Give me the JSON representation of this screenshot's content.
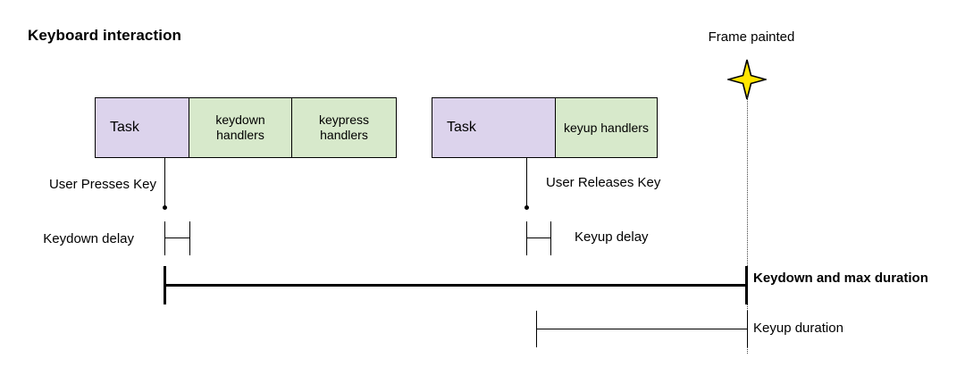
{
  "diagram": {
    "title": "Keyboard interaction",
    "colors": {
      "task_fill": "#dcd3ec",
      "handler_fill": "#d7e9cb",
      "stroke": "#000000",
      "star_fill": "#ffe500",
      "frame_line": "#444444"
    },
    "tracks": [
      {
        "name": "keydown-track",
        "cells": [
          {
            "label": "Task",
            "kind": "task"
          },
          {
            "label": "keydown\nhandlers",
            "kind": "handler"
          },
          {
            "label": "keypress\nhandlers",
            "kind": "handler"
          }
        ]
      },
      {
        "name": "keyup-track",
        "cells": [
          {
            "label": "Task",
            "kind": "task"
          },
          {
            "label": "keyup handlers",
            "kind": "handler"
          }
        ]
      }
    ],
    "events": [
      {
        "name": "user-presses-key",
        "label": "User Presses Key"
      },
      {
        "name": "user-releases-key",
        "label": "User Releases Key"
      }
    ],
    "measures": [
      {
        "name": "keydown-delay",
        "label": "Keydown delay"
      },
      {
        "name": "keyup-delay",
        "label": "Keyup delay"
      },
      {
        "name": "keydown-max-duration",
        "label": "Keydown and max duration"
      },
      {
        "name": "keyup-duration",
        "label": "Keyup duration"
      }
    ],
    "frame_marker": {
      "label": "Frame painted",
      "icon": "four-point-star-icon"
    }
  }
}
